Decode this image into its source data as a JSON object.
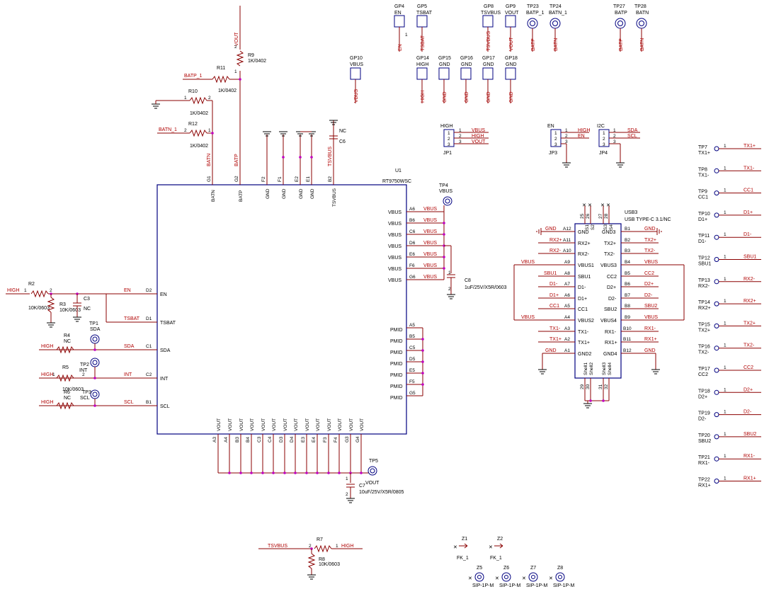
{
  "u1": {
    "ref": "U1",
    "part": "RT9750WSC",
    "left_pins": [
      {
        "num": "D2",
        "name": "EN",
        "net": "EN"
      },
      {
        "num": "D1",
        "name": "TSBAT",
        "net": "TSBAT"
      },
      {
        "num": "C1",
        "name": "SDA",
        "net": "SDA"
      },
      {
        "num": "C2",
        "name": "INT",
        "net": "INT"
      },
      {
        "num": "B1",
        "name": "SCL",
        "net": "SCL"
      }
    ],
    "top_pins": [
      {
        "num": "G1",
        "name": "BATN",
        "net": "BATN"
      },
      {
        "num": "G2",
        "name": "BATP",
        "net": "BATP"
      },
      {
        "num": "F2",
        "name": "GND",
        "net": ""
      },
      {
        "num": "F1",
        "name": "GND",
        "net": ""
      },
      {
        "num": "E2",
        "name": "GND",
        "net": ""
      },
      {
        "num": "E1",
        "name": "GND",
        "net": ""
      },
      {
        "num": "B2",
        "name": "TSVBUS",
        "net": "TSVBUS"
      }
    ],
    "right_vbus_pins": [
      {
        "num": "A6",
        "name": "VBUS",
        "net": "VBUS"
      },
      {
        "num": "B6",
        "name": "VBUS",
        "net": "VBUS"
      },
      {
        "num": "C6",
        "name": "VBUS",
        "net": "VBUS"
      },
      {
        "num": "D6",
        "name": "VBUS",
        "net": "VBUS"
      },
      {
        "num": "E6",
        "name": "VBUS",
        "net": "VBUS"
      },
      {
        "num": "F6",
        "name": "VBUS",
        "net": "VBUS"
      },
      {
        "num": "G6",
        "name": "VBUS",
        "net": "VBUS"
      }
    ],
    "right_pmid_pins": [
      {
        "num": "A5",
        "name": "PMID"
      },
      {
        "num": "B5",
        "name": "PMID"
      },
      {
        "num": "C5",
        "name": "PMID"
      },
      {
        "num": "D5",
        "name": "PMID"
      },
      {
        "num": "E5",
        "name": "PMID"
      },
      {
        "num": "F5",
        "name": "PMID"
      },
      {
        "num": "G5",
        "name": "PMID"
      }
    ],
    "bottom_pins": [
      {
        "num": "A3",
        "name": "VOUT"
      },
      {
        "num": "A4",
        "name": "VOUT"
      },
      {
        "num": "B3",
        "name": "VOUT"
      },
      {
        "num": "B4",
        "name": "VOUT"
      },
      {
        "num": "C3",
        "name": "VOUT"
      },
      {
        "num": "C4",
        "name": "VOUT"
      },
      {
        "num": "D3",
        "name": "VOUT"
      },
      {
        "num": "D4",
        "name": "VOUT"
      },
      {
        "num": "E3",
        "name": "VOUT"
      },
      {
        "num": "E4",
        "name": "VOUT"
      },
      {
        "num": "F3",
        "name": "VOUT"
      },
      {
        "num": "F4",
        "name": "VOUT"
      },
      {
        "num": "G3",
        "name": "VOUT"
      },
      {
        "num": "G4",
        "name": "VOUT"
      }
    ]
  },
  "usb3": {
    "ref": "USB3",
    "part": "USB TYPE-C 3.1/NC",
    "top_pins": [
      {
        "num": "25",
        "name": "S1"
      },
      {
        "num": "26",
        "name": "S2"
      },
      {
        "num": "27",
        "name": "S3"
      },
      {
        "num": "28",
        "name": "S4"
      }
    ],
    "left_pins": [
      {
        "num": "A12",
        "name": "GND",
        "net": "GND"
      },
      {
        "num": "A11",
        "name": "RX2+",
        "net": "RX2+"
      },
      {
        "num": "A10",
        "name": "RX2-",
        "net": "RX2-"
      },
      {
        "num": "A9",
        "name": "VBUS1",
        "net": "VBUS"
      },
      {
        "num": "A8",
        "name": "SBU1",
        "net": "SBU1"
      },
      {
        "num": "A7",
        "name": "D1-",
        "net": "D1-"
      },
      {
        "num": "A6",
        "name": "D1+",
        "net": "D1+"
      },
      {
        "num": "A5",
        "name": "CC1",
        "net": "CC1"
      },
      {
        "num": "A4",
        "name": "VBUS2",
        "net": "VBUS"
      },
      {
        "num": "A3",
        "name": "TX1-",
        "net": "TX1-"
      },
      {
        "num": "A2",
        "name": "TX1+",
        "net": "TX1+"
      },
      {
        "num": "A1",
        "name": "GND2",
        "net": "GND"
      }
    ],
    "right_pins": [
      {
        "num": "B1",
        "name": "GND3",
        "net": "GND"
      },
      {
        "num": "B2",
        "name": "TX2+",
        "net": "TX2+"
      },
      {
        "num": "B3",
        "name": "TX2-",
        "net": "TX2-"
      },
      {
        "num": "B4",
        "name": "VBUS3",
        "net": "VBUS"
      },
      {
        "num": "B5",
        "name": "CC2",
        "net": "CC2"
      },
      {
        "num": "B6",
        "name": "D2+",
        "net": "D2+"
      },
      {
        "num": "B7",
        "name": "D2-",
        "net": "D2-"
      },
      {
        "num": "B8",
        "name": "SBU2",
        "net": "SBU2"
      },
      {
        "num": "B9",
        "name": "VBUS4",
        "net": "VBUS"
      },
      {
        "num": "B10",
        "name": "RX1-",
        "net": "RX1-"
      },
      {
        "num": "B11",
        "name": "RX1+",
        "net": "RX1+"
      },
      {
        "num": "B12",
        "name": "GND4",
        "net": "GND"
      }
    ],
    "shell_pins": [
      {
        "num": "29",
        "name": "Shell1"
      },
      {
        "num": "30",
        "name": "Shell2"
      },
      {
        "num": "31",
        "name": "Shell3"
      },
      {
        "num": "32",
        "name": "Shell4"
      }
    ]
  },
  "gp_top": [
    {
      "ref": "GP4",
      "label": "EN",
      "net": "EN"
    },
    {
      "ref": "GP5",
      "label": "TSBAT",
      "net": "TSBAT"
    },
    {
      "ref": "GP8",
      "label": "TSVBUS",
      "net": "TSVBUS"
    },
    {
      "ref": "GP9",
      "label": "VOUT",
      "net": "VOUT"
    }
  ],
  "tp_top": [
    {
      "ref": "TP23",
      "label": "BATP_1",
      "net": "BATP"
    },
    {
      "ref": "TP24",
      "label": "BATN_1",
      "net": "BATN"
    },
    {
      "ref": "TP27",
      "label": "BATP",
      "net": "BATP"
    },
    {
      "ref": "TP28",
      "label": "BATN",
      "net": "BATN"
    }
  ],
  "gp_row2": [
    {
      "ref": "GP10",
      "label": "VBUS",
      "net": "VBUS"
    },
    {
      "ref": "GP14",
      "label": "HIGH",
      "net": "HIGH"
    },
    {
      "ref": "GP15",
      "label": "GND",
      "net": "GND"
    },
    {
      "ref": "GP16",
      "label": "GND",
      "net": "GND"
    },
    {
      "ref": "GP17",
      "label": "GND",
      "net": "GND"
    },
    {
      "ref": "GP18",
      "label": "GND",
      "net": "GND"
    }
  ],
  "jumpers": [
    {
      "ref": "JP1",
      "title": "HIGH",
      "nets": [
        "VBUS",
        "HIGH",
        "VOUT"
      ]
    },
    {
      "ref": "JP3",
      "title": "EN",
      "nets": [
        "HIGH",
        "EN",
        ""
      ]
    },
    {
      "ref": "JP4",
      "title": "I2C",
      "nets": [
        "SDA",
        "SCL",
        ""
      ]
    }
  ],
  "right_tps": [
    {
      "ref": "TP7",
      "label": "TX1+",
      "net": "TX1+"
    },
    {
      "ref": "TP8",
      "label": "TX1-",
      "net": "TX1-"
    },
    {
      "ref": "TP9",
      "label": "CC1",
      "net": "CC1"
    },
    {
      "ref": "TP10",
      "label": "D1+",
      "net": "D1+"
    },
    {
      "ref": "TP11",
      "label": "D1-",
      "net": "D1-"
    },
    {
      "ref": "TP12",
      "label": "SBU1",
      "net": "SBU1"
    },
    {
      "ref": "TP13",
      "label": "RX2-",
      "net": "RX2-"
    },
    {
      "ref": "TP14",
      "label": "RX2+",
      "net": "RX2+"
    },
    {
      "ref": "TP15",
      "label": "TX2+",
      "net": "TX2+"
    },
    {
      "ref": "TP16",
      "label": "TX2-",
      "net": "TX2-"
    },
    {
      "ref": "TP17",
      "label": "CC2",
      "net": "CC2"
    },
    {
      "ref": "TP18",
      "label": "D2+",
      "net": "D2+"
    },
    {
      "ref": "TP19",
      "label": "D2-",
      "net": "D2-"
    },
    {
      "ref": "TP20",
      "label": "SBU2",
      "net": "SBU2"
    },
    {
      "ref": "TP21",
      "label": "RX1-",
      "net": "RX1-"
    },
    {
      "ref": "TP22",
      "label": "RX1+",
      "net": "RX1+"
    }
  ],
  "resistors": {
    "r9": {
      "ref": "R9",
      "value": "1K/0402"
    },
    "r11": {
      "ref": "R11",
      "value": "1K/0402",
      "net": "BATP_1"
    },
    "r10": {
      "ref": "R10",
      "value": "1K/0402"
    },
    "r12": {
      "ref": "R12",
      "value": "1K/0402",
      "net": "BATN_1"
    },
    "r2": {
      "ref": "R2",
      "value": "10K/0603",
      "net": "HIGH"
    },
    "r3": {
      "ref": "R3",
      "value": "10K/0603"
    },
    "r4": {
      "ref": "R4",
      "value": "NC",
      "net": "HIGH"
    },
    "r5": {
      "ref": "R5",
      "value": "10K/0603",
      "net": "HIGH"
    },
    "r6": {
      "ref": "R6",
      "value": "NC",
      "net": "HIGH"
    },
    "r7": {
      "ref": "R7",
      "value": "",
      "net_left": "TSVBUS",
      "net_right": "HIGH"
    },
    "r8": {
      "ref": "R8",
      "value": "10K/0603"
    }
  },
  "caps": {
    "c3": {
      "ref": "C3",
      "value": "NC"
    },
    "c6": {
      "ref": "C6",
      "value": "NC"
    },
    "c8": {
      "ref": "C8",
      "value": "1uF/25V/X5R/0603"
    },
    "c7": {
      "ref": "C7",
      "value": "10uF/25V/X5R/0805"
    }
  },
  "tps_misc": {
    "tp1": {
      "ref": "TP1",
      "label": "SDA"
    },
    "tp2": {
      "ref": "TP2",
      "label": "INT"
    },
    "tp3": {
      "ref": "TP3",
      "label": "SCL"
    },
    "tp4": {
      "ref": "TP4",
      "label": "VBUS"
    },
    "tp5": {
      "ref": "TP5",
      "label": "VOUT"
    }
  },
  "fiducials": [
    {
      "ref": "Z1",
      "label": "FK_1"
    },
    {
      "ref": "Z2",
      "label": "FK_1"
    }
  ],
  "sip": [
    {
      "ref": "Z5",
      "label": "SIP-1P-M"
    },
    {
      "ref": "Z6",
      "label": "SIP-1P-M"
    },
    {
      "ref": "Z7",
      "label": "SIP-1P-M"
    },
    {
      "ref": "Z8",
      "label": "SIP-1P-M"
    }
  ],
  "misc": {
    "vout_top": "VOUT",
    "batn_label": "BATN",
    "batp_label": "BATP",
    "tsvbus_label": "TSVBUS",
    "vbus_label": "VBUS",
    "gnd_label": "GND"
  }
}
